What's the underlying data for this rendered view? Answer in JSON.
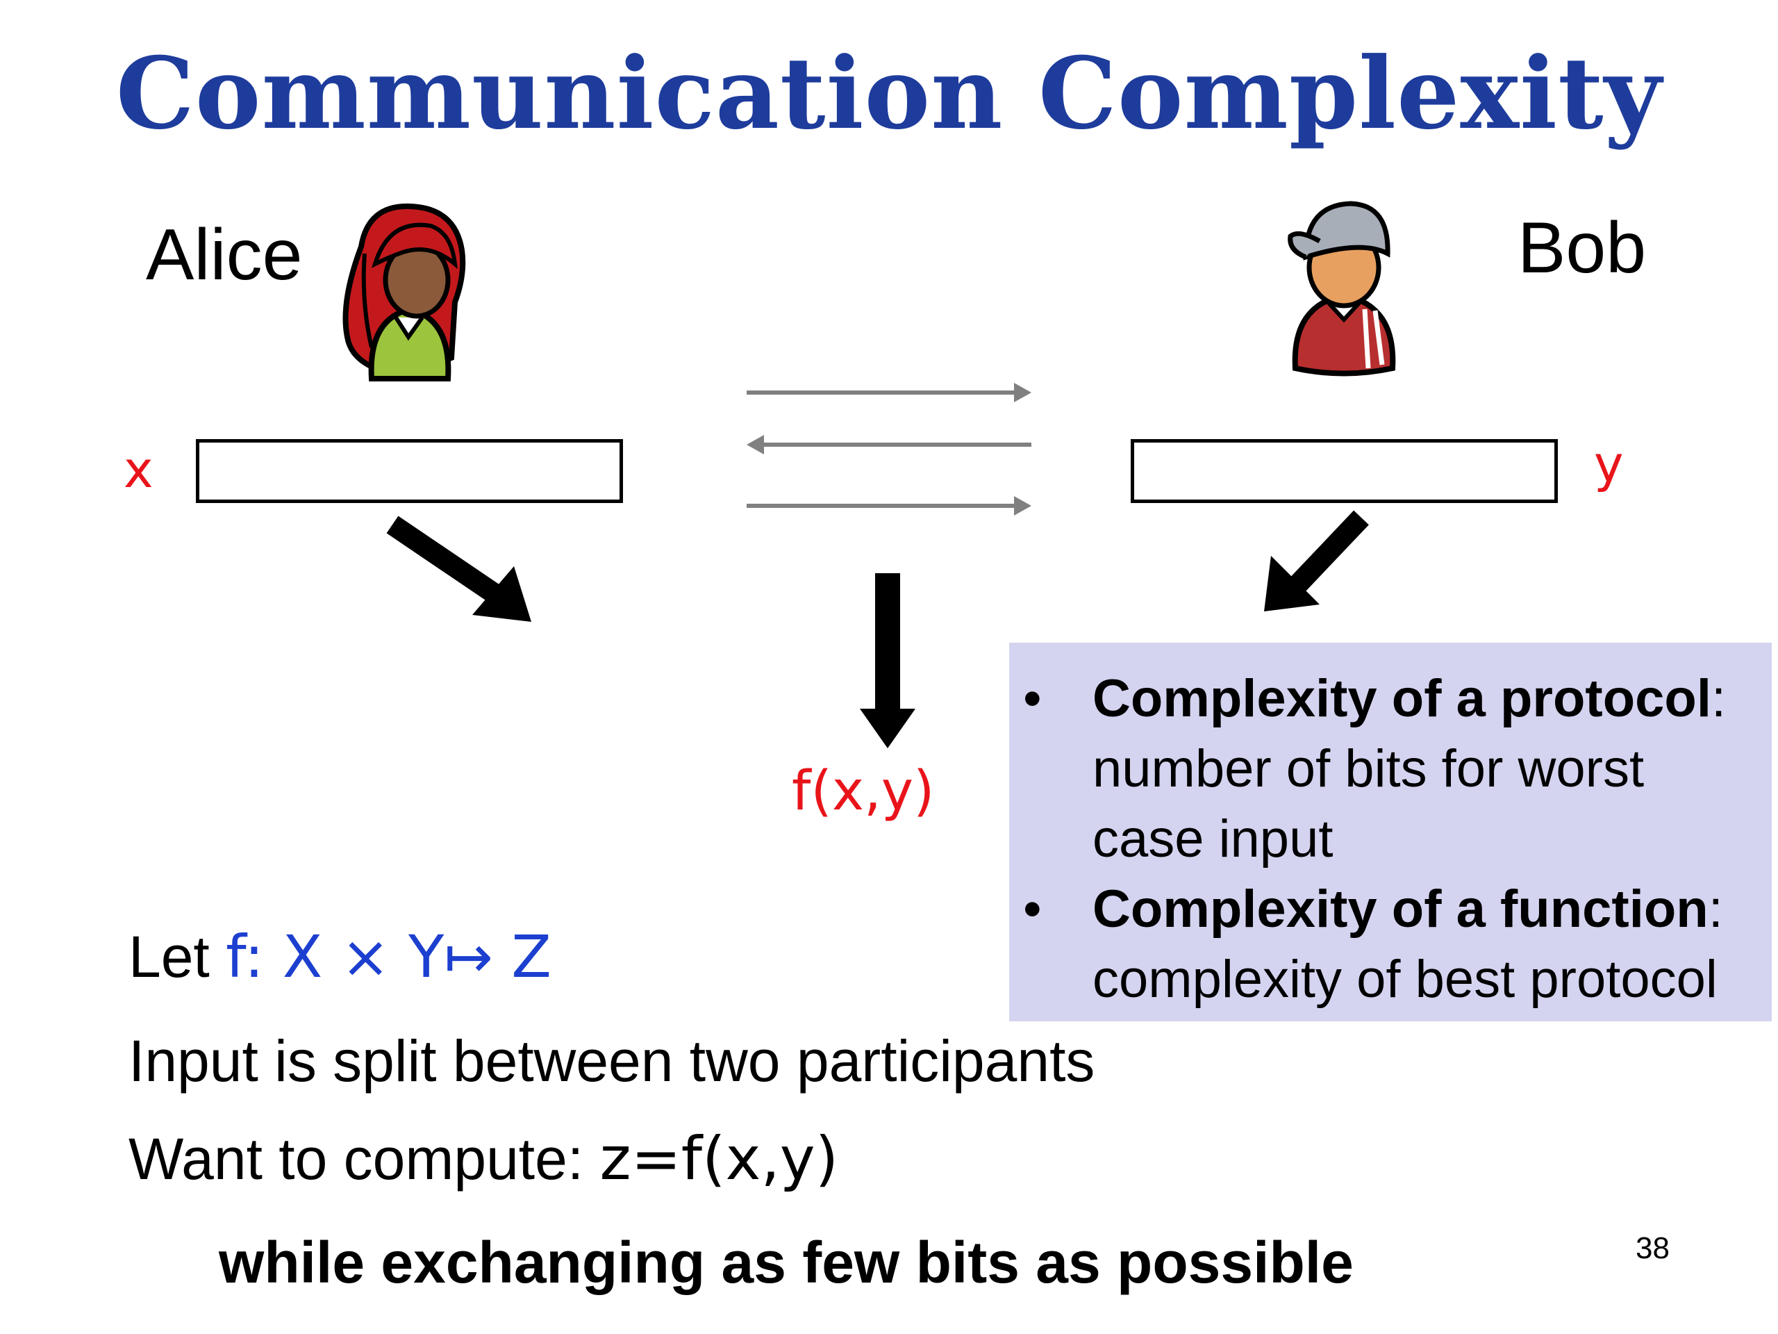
{
  "slide": {
    "title": "Communication Complexity",
    "page_number": "38"
  },
  "participants": {
    "alice": {
      "name": "Alice",
      "input_var": "x",
      "avatar_icon": "alice-avatar-icon"
    },
    "bob": {
      "name": "Bob",
      "input_var": "y",
      "avatar_icon": "bob-avatar-icon"
    }
  },
  "output_label": "f(x,y)",
  "info_box": {
    "items": [
      {
        "bullet": "•",
        "term": "Complexity of a protocol",
        "sep": ":",
        "desc": "number of bits for worst case input"
      },
      {
        "bullet": "•",
        "term": "Complexity of a function",
        "sep": ":",
        "desc": "complexity of best protocol"
      }
    ]
  },
  "body": {
    "let_word": "Let",
    "function_def": "f: X × Y↦ Z",
    "split_text": "Input is split between two participants",
    "want_text": "Want to compute:",
    "want_formula": "z=f(x,y)",
    "footer": "while exchanging as few bits as possible"
  },
  "colors": {
    "title": "#1e3c9c",
    "variables": "#e8141a",
    "math": "#1c3fd0",
    "info_box_bg": "#d4d4f0",
    "message_arrows": "#808080"
  }
}
